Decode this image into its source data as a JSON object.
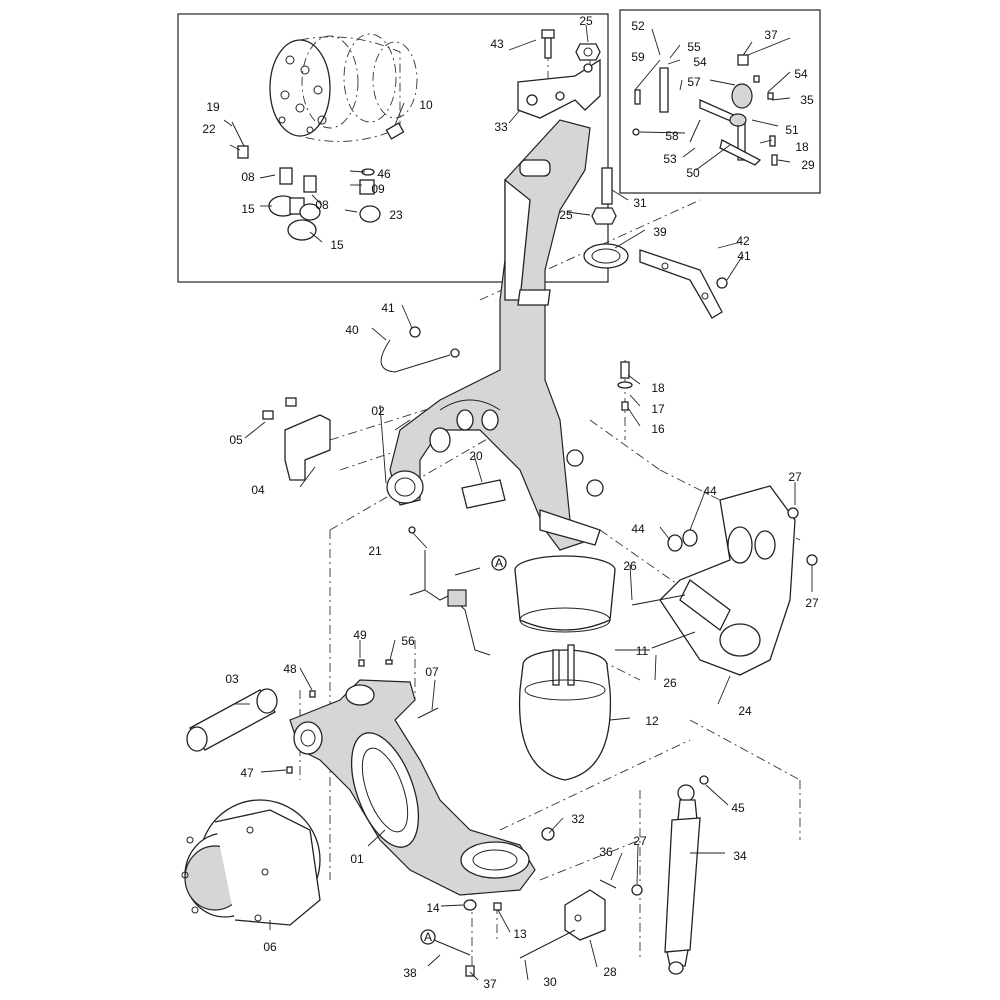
{
  "diagram": {
    "callouts": [
      {
        "id": "c01",
        "text": "01"
      },
      {
        "id": "c02",
        "text": "02"
      },
      {
        "id": "c03",
        "text": "03"
      },
      {
        "id": "c04",
        "text": "04"
      },
      {
        "id": "c05",
        "text": "05"
      },
      {
        "id": "c06",
        "text": "06"
      },
      {
        "id": "c07",
        "text": "07"
      },
      {
        "id": "c08a",
        "text": "08"
      },
      {
        "id": "c08b",
        "text": "08"
      },
      {
        "id": "c09",
        "text": "09"
      },
      {
        "id": "c10",
        "text": "10"
      },
      {
        "id": "c11",
        "text": "11"
      },
      {
        "id": "c12",
        "text": "12"
      },
      {
        "id": "c13",
        "text": "13"
      },
      {
        "id": "c14",
        "text": "14"
      },
      {
        "id": "c15a",
        "text": "15"
      },
      {
        "id": "c15b",
        "text": "15"
      },
      {
        "id": "c16",
        "text": "16"
      },
      {
        "id": "c17",
        "text": "17"
      },
      {
        "id": "c18a",
        "text": "18"
      },
      {
        "id": "c18b",
        "text": "18"
      },
      {
        "id": "c19",
        "text": "19"
      },
      {
        "id": "c20",
        "text": "20"
      },
      {
        "id": "c21",
        "text": "21"
      },
      {
        "id": "c22",
        "text": "22"
      },
      {
        "id": "c23",
        "text": "23"
      },
      {
        "id": "c24",
        "text": "24"
      },
      {
        "id": "c25a",
        "text": "25"
      },
      {
        "id": "c25b",
        "text": "25"
      },
      {
        "id": "c26a",
        "text": "26"
      },
      {
        "id": "c26b",
        "text": "26"
      },
      {
        "id": "c27a",
        "text": "27"
      },
      {
        "id": "c27b",
        "text": "27"
      },
      {
        "id": "c27c",
        "text": "27"
      },
      {
        "id": "c28",
        "text": "28"
      },
      {
        "id": "c29",
        "text": "29"
      },
      {
        "id": "c30",
        "text": "30"
      },
      {
        "id": "c31",
        "text": "31"
      },
      {
        "id": "c32",
        "text": "32"
      },
      {
        "id": "c33",
        "text": "33"
      },
      {
        "id": "c34",
        "text": "34"
      },
      {
        "id": "c35",
        "text": "35"
      },
      {
        "id": "c36",
        "text": "36"
      },
      {
        "id": "c37a",
        "text": "37"
      },
      {
        "id": "c37b",
        "text": "37"
      },
      {
        "id": "c38",
        "text": "38"
      },
      {
        "id": "c39",
        "text": "39"
      },
      {
        "id": "c40",
        "text": "40"
      },
      {
        "id": "c41a",
        "text": "41"
      },
      {
        "id": "c41b",
        "text": "41"
      },
      {
        "id": "c42",
        "text": "42"
      },
      {
        "id": "c43",
        "text": "43"
      },
      {
        "id": "c44a",
        "text": "44"
      },
      {
        "id": "c44b",
        "text": "44"
      },
      {
        "id": "c45",
        "text": "45"
      },
      {
        "id": "c46",
        "text": "46"
      },
      {
        "id": "c47",
        "text": "47"
      },
      {
        "id": "c48",
        "text": "48"
      },
      {
        "id": "c49",
        "text": "49"
      },
      {
        "id": "c50",
        "text": "50"
      },
      {
        "id": "c51",
        "text": "51"
      },
      {
        "id": "c52",
        "text": "52"
      },
      {
        "id": "c53",
        "text": "53"
      },
      {
        "id": "c54a",
        "text": "54"
      },
      {
        "id": "c54b",
        "text": "54"
      },
      {
        "id": "c55",
        "text": "55"
      },
      {
        "id": "c56",
        "text": "56"
      },
      {
        "id": "c57",
        "text": "57"
      },
      {
        "id": "c58",
        "text": "58"
      },
      {
        "id": "c59",
        "text": "59"
      }
    ],
    "connector_marks": [
      {
        "id": "mA1",
        "text": "A"
      },
      {
        "id": "mA2",
        "text": "A"
      }
    ]
  }
}
